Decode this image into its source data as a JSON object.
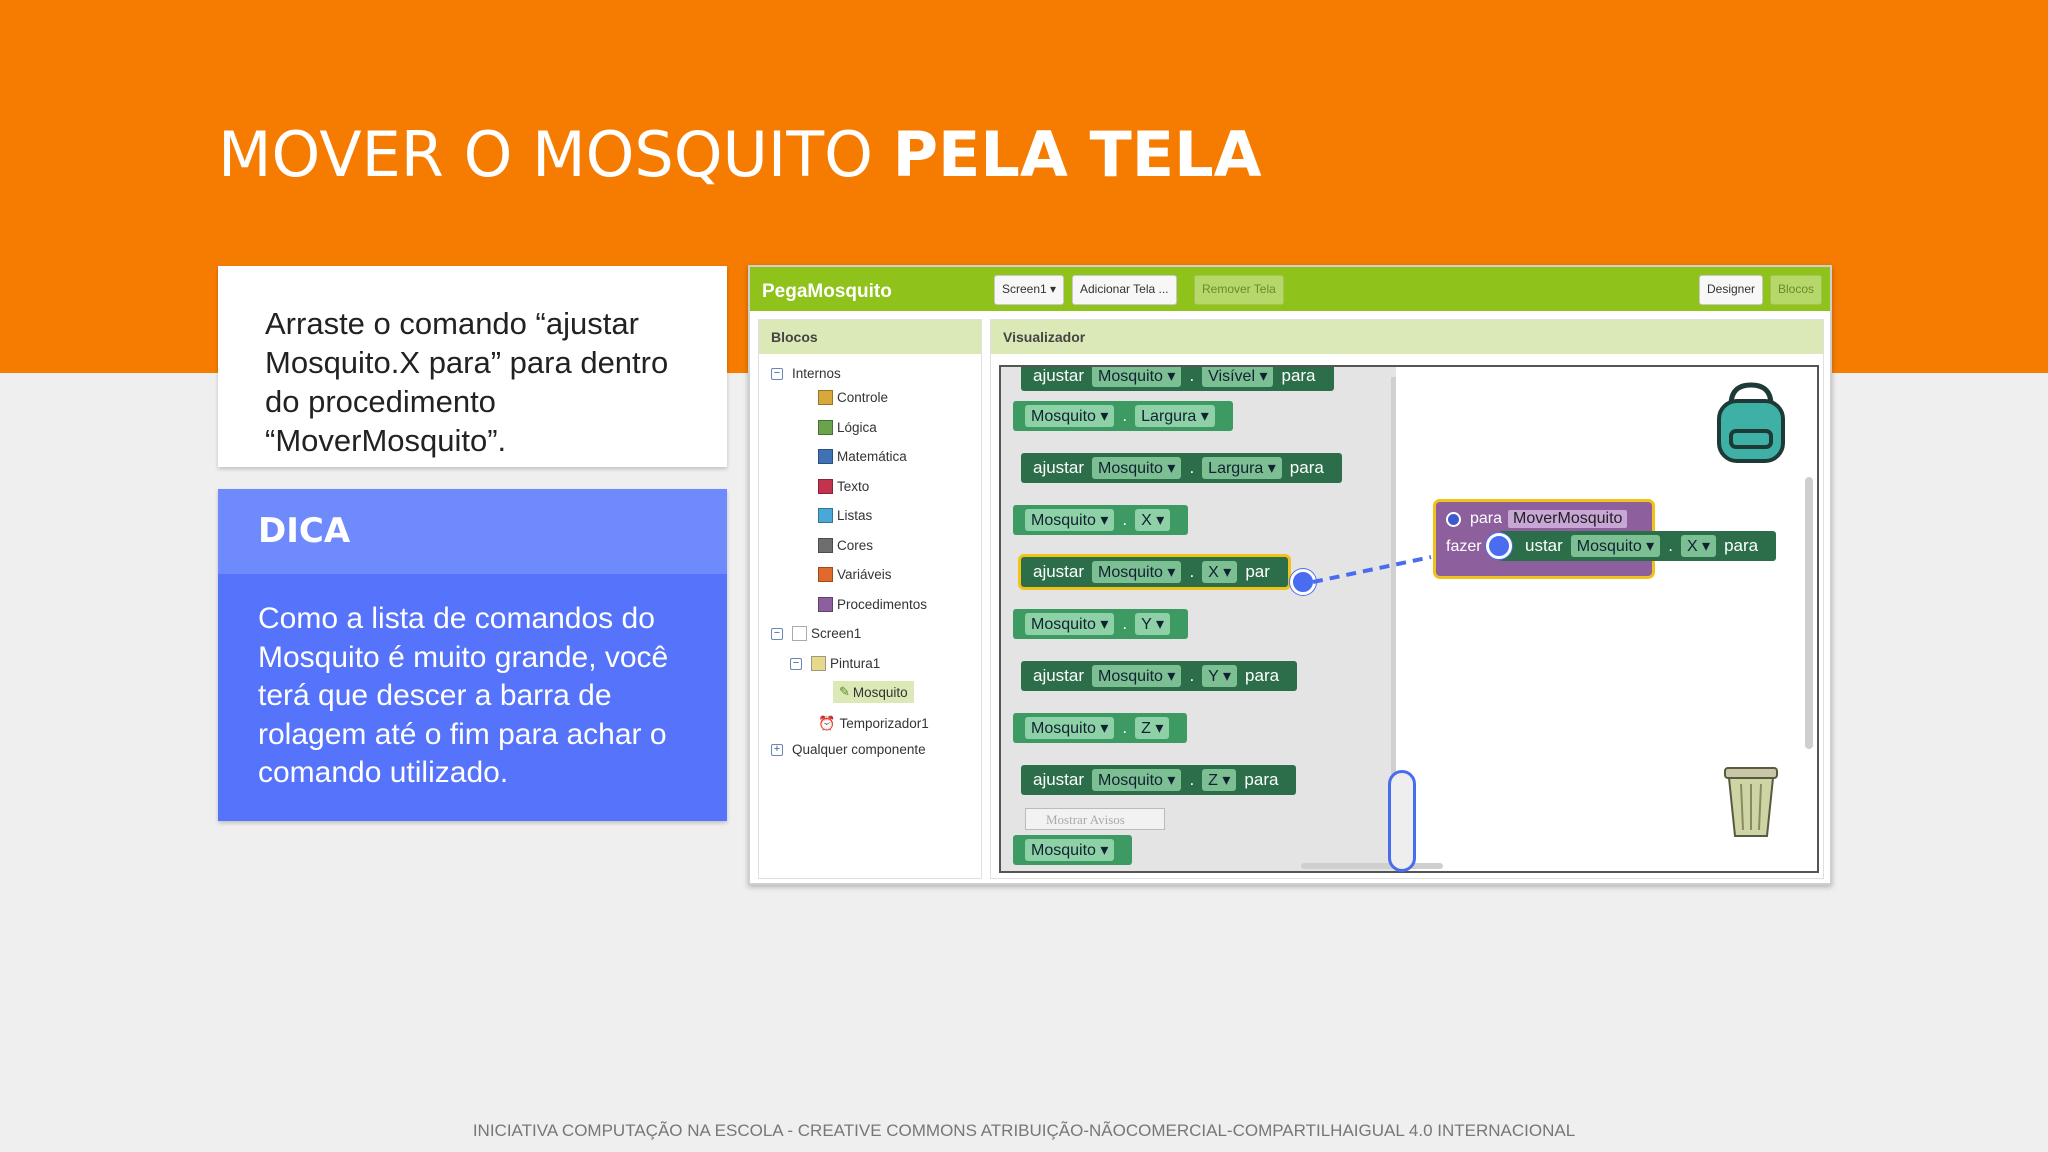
{
  "slide": {
    "title_light": "MOVER O MOSQUITO ",
    "title_bold": "PELA TELA",
    "instruction": "Arraste o comando “ajustar Mosquito.X para” para dentro do procedimento “MoverMosquito”.",
    "tip_title": "DICA",
    "tip_text": "Como a lista de comandos do Mosquito é muito grande, você terá que descer a barra de rolagem até o fim para achar o comando utilizado.",
    "footer": "INICIATIVA COMPUTAÇÃO NA ESCOLA - CREATIVE COMMONS ATRIBUIÇÃO-NÃOCOMERCIAL-COMPARTILHAIGUAL 4.0 INTERNACIONAL"
  },
  "app": {
    "name": "PegaMosquito",
    "screen_selector": "Screen1 ▾",
    "add_screen": "Adicionar Tela ...",
    "remove_screen": "Remover Tela",
    "designer": "Designer",
    "blocks": "Blocos",
    "blocks_panel_title": "Blocos",
    "viewer_title": "Visualizador",
    "tree": {
      "internos": "Internos",
      "controle": "Controle",
      "logica": "Lógica",
      "matematica": "Matemática",
      "texto": "Texto",
      "listas": "Listas",
      "cores": "Cores",
      "variaveis": "Variáveis",
      "procedimentos": "Procedimentos",
      "screen1": "Screen1",
      "pintura1": "Pintura1",
      "mosquito": "Mosquito",
      "temporizador1": "Temporizador1",
      "qualquer": "Qualquer componente"
    },
    "words": {
      "ajustar": "ajustar",
      "para": "para",
      "fazer": "fazer",
      "ustar": "ustar",
      "par": "par",
      "dot": ".",
      "mosquito_dd": "Mosquito ▾",
      "visivel_dd": "Visível ▾",
      "largura_dd": "Largura ▾",
      "x_dd": "X ▾",
      "y_dd": "Y ▾",
      "z_dd": "Z ▾",
      "mosquito_get": "Mosquito ▾",
      "proc_name": "MoverMosquito",
      "mostrar_avisos": "Mostrar Avisos"
    },
    "colors": {
      "topbar": "#8fc21b",
      "setter_block": "#2c6e49",
      "getter_block": "#3d9a63",
      "procedure_block": "#8d5f9d",
      "highlight": "#f2c21b",
      "drag_marker": "#4a6cf0"
    }
  }
}
